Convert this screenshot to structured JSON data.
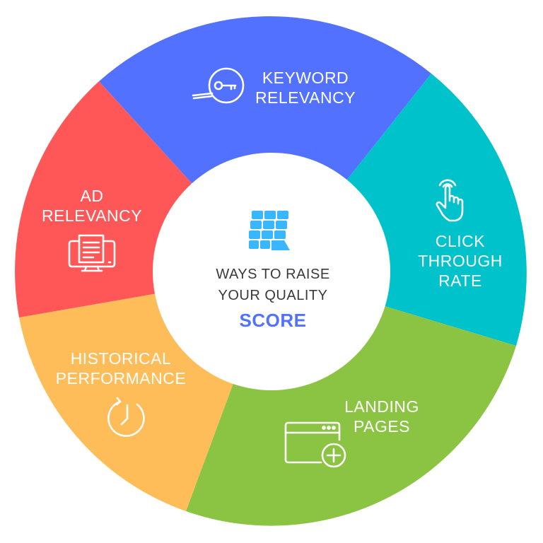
{
  "colors": {
    "keyword": "#5271ff",
    "click": "#00c2cb",
    "landing": "#8bc443",
    "historical": "#ffbd59",
    "ad": "#ff5757",
    "hub": "#ffffff",
    "score": "#5271ff",
    "logo": "#38b6ff"
  },
  "segments": {
    "keyword": {
      "line1": "KEYWORD",
      "line2": "RELEVANCY",
      "icon": "key-magnifier-icon"
    },
    "click": {
      "line1": "CLICK",
      "line2": "THROUGH",
      "line3": "RATE",
      "icon": "hand-tap-icon"
    },
    "landing": {
      "line1": "LANDING",
      "line2": "PAGES",
      "icon": "browser-add-icon"
    },
    "historical": {
      "line1": "HISTORICAL",
      "line2": "PERFORMANCE",
      "icon": "clock-icon"
    },
    "ad": {
      "line1": "AD",
      "line2": "RELEVANCY",
      "icon": "monitor-document-icon"
    }
  },
  "center": {
    "line1": "WAYS TO RAISE",
    "line2": "YOUR QUALITY",
    "line3": "SCORE",
    "logo_icon": "grid-logo-icon"
  }
}
